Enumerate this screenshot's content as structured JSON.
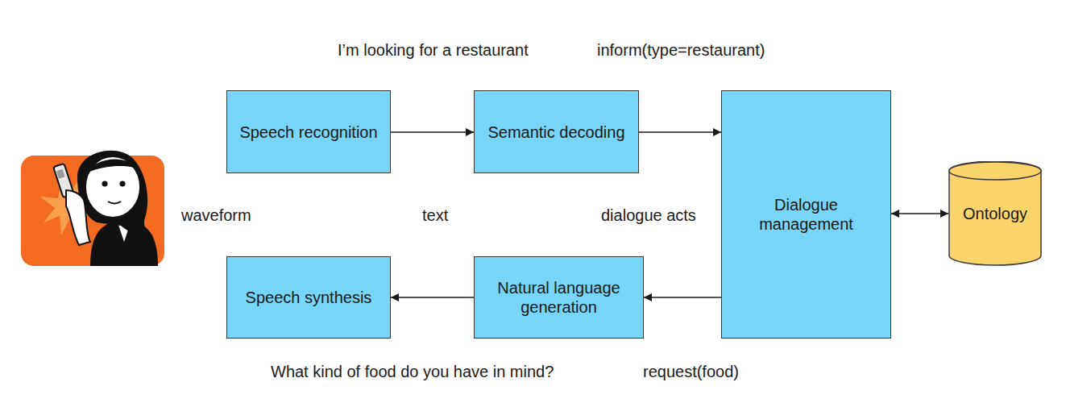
{
  "diagram": {
    "nodes": [
      {
        "text": [
          "Speech recognition"
        ]
      },
      {
        "text": [
          "Semantic decoding"
        ]
      },
      {
        "text": [
          "Dialogue management"
        ]
      },
      {
        "text": [
          "Ontology"
        ]
      },
      {
        "text": [
          "Speech synthesis"
        ]
      },
      {
        "text": [
          "Natural language generation"
        ]
      }
    ],
    "edges": [
      {
        "from": 0,
        "to": 1,
        "arrow": "to"
      },
      {
        "from": 1,
        "to": 2,
        "arrow": "to"
      },
      {
        "from": 2,
        "to": 3,
        "arrow": "both"
      },
      {
        "from": 2,
        "to": 5,
        "arrow": "to"
      },
      {
        "from": 5,
        "to": 4,
        "arrow": "to"
      }
    ],
    "labels": [
      "I’m looking for a restaurant",
      "inform(type=restaurant)",
      "waveform",
      "text",
      "dialogue acts",
      "What kind of food do you have in mind?",
      "request(food)"
    ]
  }
}
